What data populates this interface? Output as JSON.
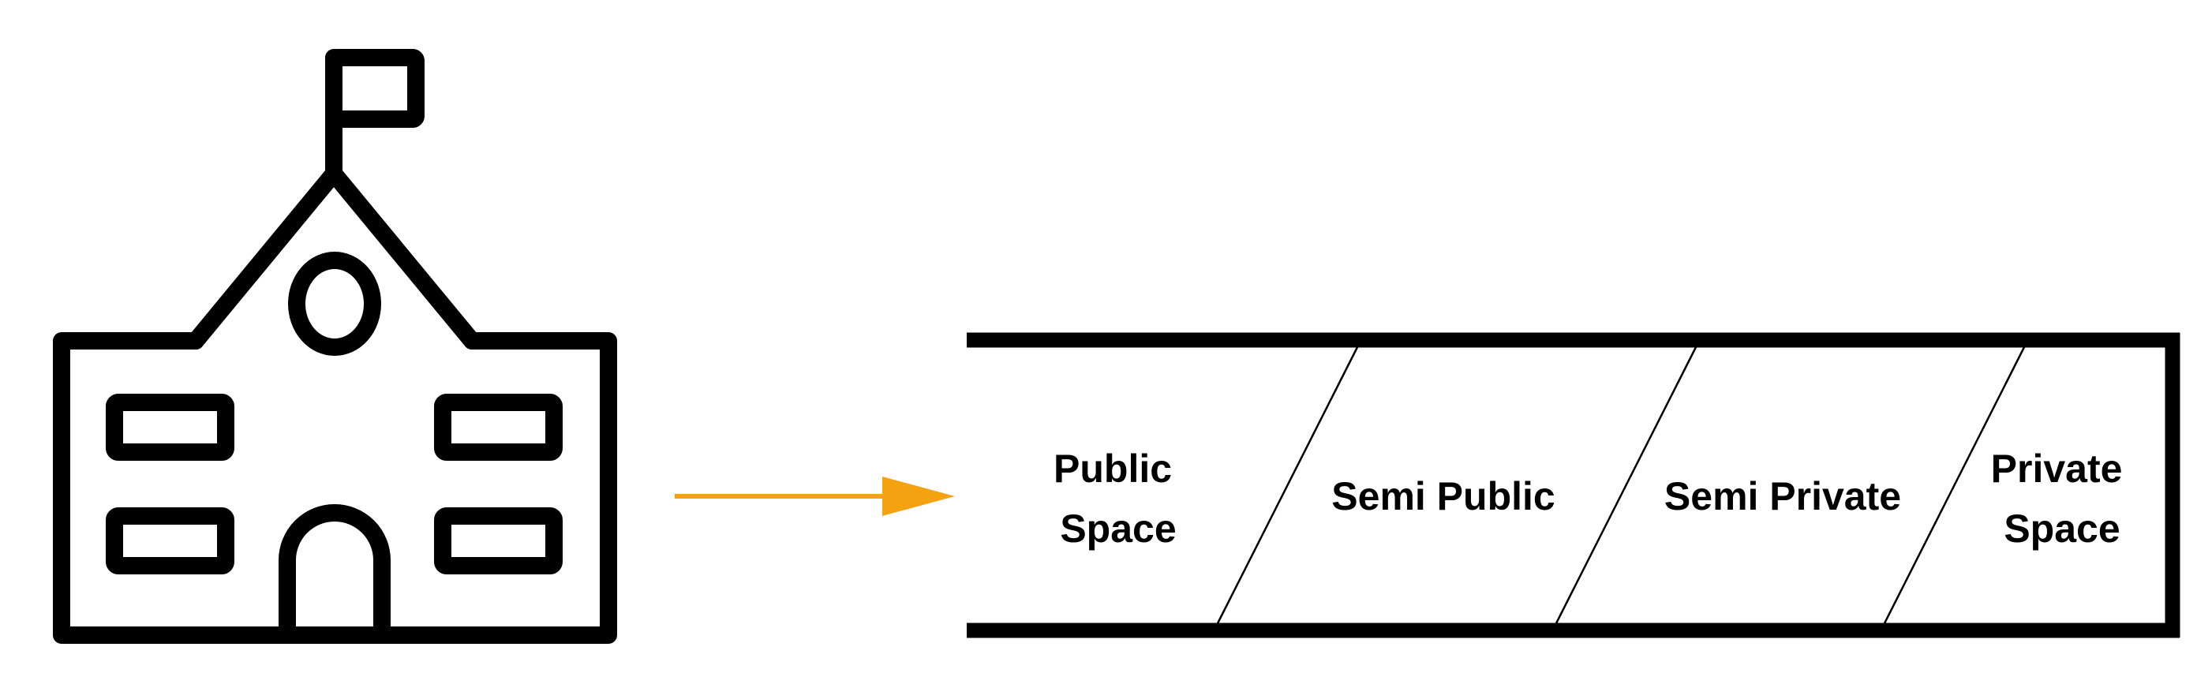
{
  "diagram": {
    "zones": [
      {
        "lines": [
          "Public",
          "Space"
        ]
      },
      {
        "lines": [
          "Semi Public"
        ]
      },
      {
        "lines": [
          "Semi Private"
        ]
      },
      {
        "lines": [
          "Private",
          "Space"
        ]
      }
    ]
  },
  "colors": {
    "stroke": "#000000",
    "arrow": "#F5A211",
    "background": "#FFFFFF"
  },
  "icons": {
    "building": "school-icon",
    "connector": "arrow-right-icon"
  }
}
